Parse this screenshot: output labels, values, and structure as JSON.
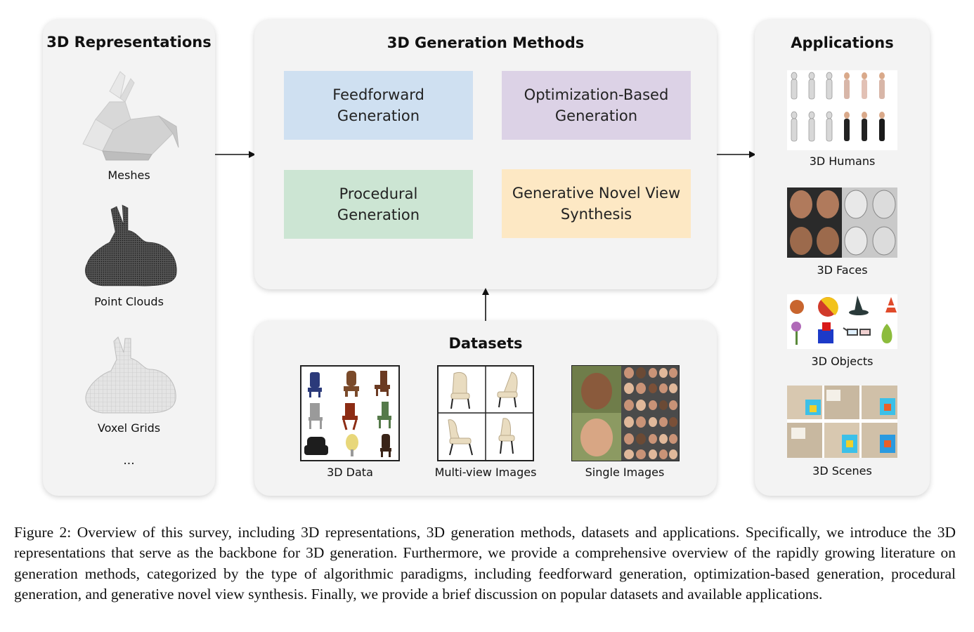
{
  "representations": {
    "title": "3D Representations",
    "items": [
      {
        "label": "Meshes"
      },
      {
        "label": "Point Clouds"
      },
      {
        "label": "Voxel Grids"
      }
    ],
    "ellipsis": "..."
  },
  "methods": {
    "title": "3D Generation Methods",
    "boxes": [
      {
        "label_line1": "Feedforward",
        "label_line2": "Generation",
        "color": "#cfe0f1"
      },
      {
        "label_line1": "Optimization-Based",
        "label_line2": "Generation",
        "color": "#dcd2e6"
      },
      {
        "label_line1": "Procedural",
        "label_line2": "Generation",
        "color": "#cce5d3"
      },
      {
        "label_line1": "Generative Novel View",
        "label_line2": "Synthesis",
        "color": "#fde8c4"
      }
    ]
  },
  "datasets": {
    "title": "Datasets",
    "items": [
      {
        "label": "3D Data"
      },
      {
        "label": "Multi-view Images"
      },
      {
        "label": "Single Images"
      }
    ]
  },
  "applications": {
    "title": "Applications",
    "items": [
      {
        "label": "3D Humans"
      },
      {
        "label": "3D Faces"
      },
      {
        "label": "3D Objects"
      },
      {
        "label": "3D Scenes"
      }
    ]
  },
  "caption": "Figure 2: Overview of this survey, including 3D representations, 3D generation methods, datasets and applications. Specifically, we introduce the 3D representations that serve as the backbone for 3D generation. Furthermore, we provide a comprehensive overview of the rapidly growing literature on generation methods, categorized by the type of algorithmic paradigms, including feedforward generation, optimization-based generation, procedural generation, and generative novel view synthesis. Finally, we provide a brief discussion on popular datasets and available applications."
}
